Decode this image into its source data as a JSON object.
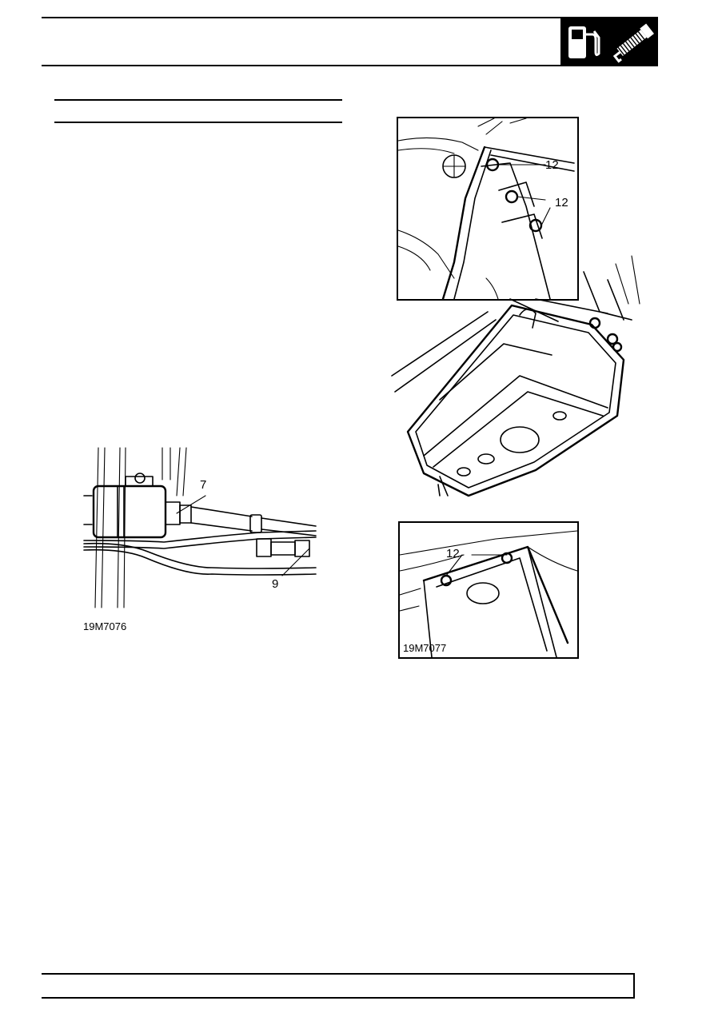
{
  "header": {
    "icon_fuel": "fuel-pump-icon",
    "icon_spark": "spark-plug-icon"
  },
  "figure_left": {
    "code": "19M7076",
    "callouts": [
      "7",
      "9"
    ]
  },
  "figure_right": {
    "code": "19M7077",
    "callouts": [
      "12",
      "12",
      "12"
    ]
  }
}
